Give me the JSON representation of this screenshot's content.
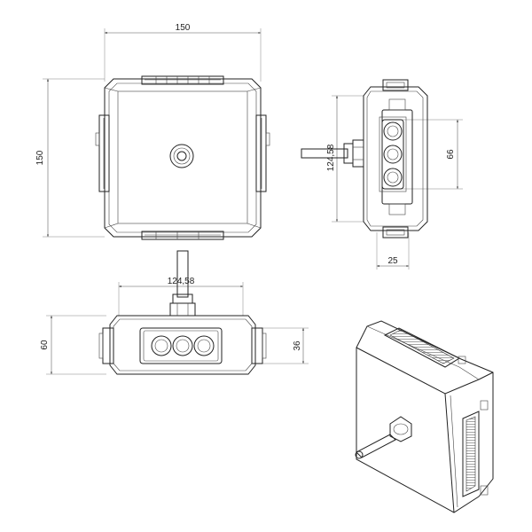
{
  "drawing": {
    "views": {
      "top": {
        "width_dim": "150",
        "height_dim": "150"
      },
      "side": {
        "height_dim": "124,58",
        "gland_dim": "66",
        "depth_dim": "25"
      },
      "front": {
        "width_dim": "124,58",
        "height_dim": "60",
        "gland_dim": "36"
      }
    }
  }
}
